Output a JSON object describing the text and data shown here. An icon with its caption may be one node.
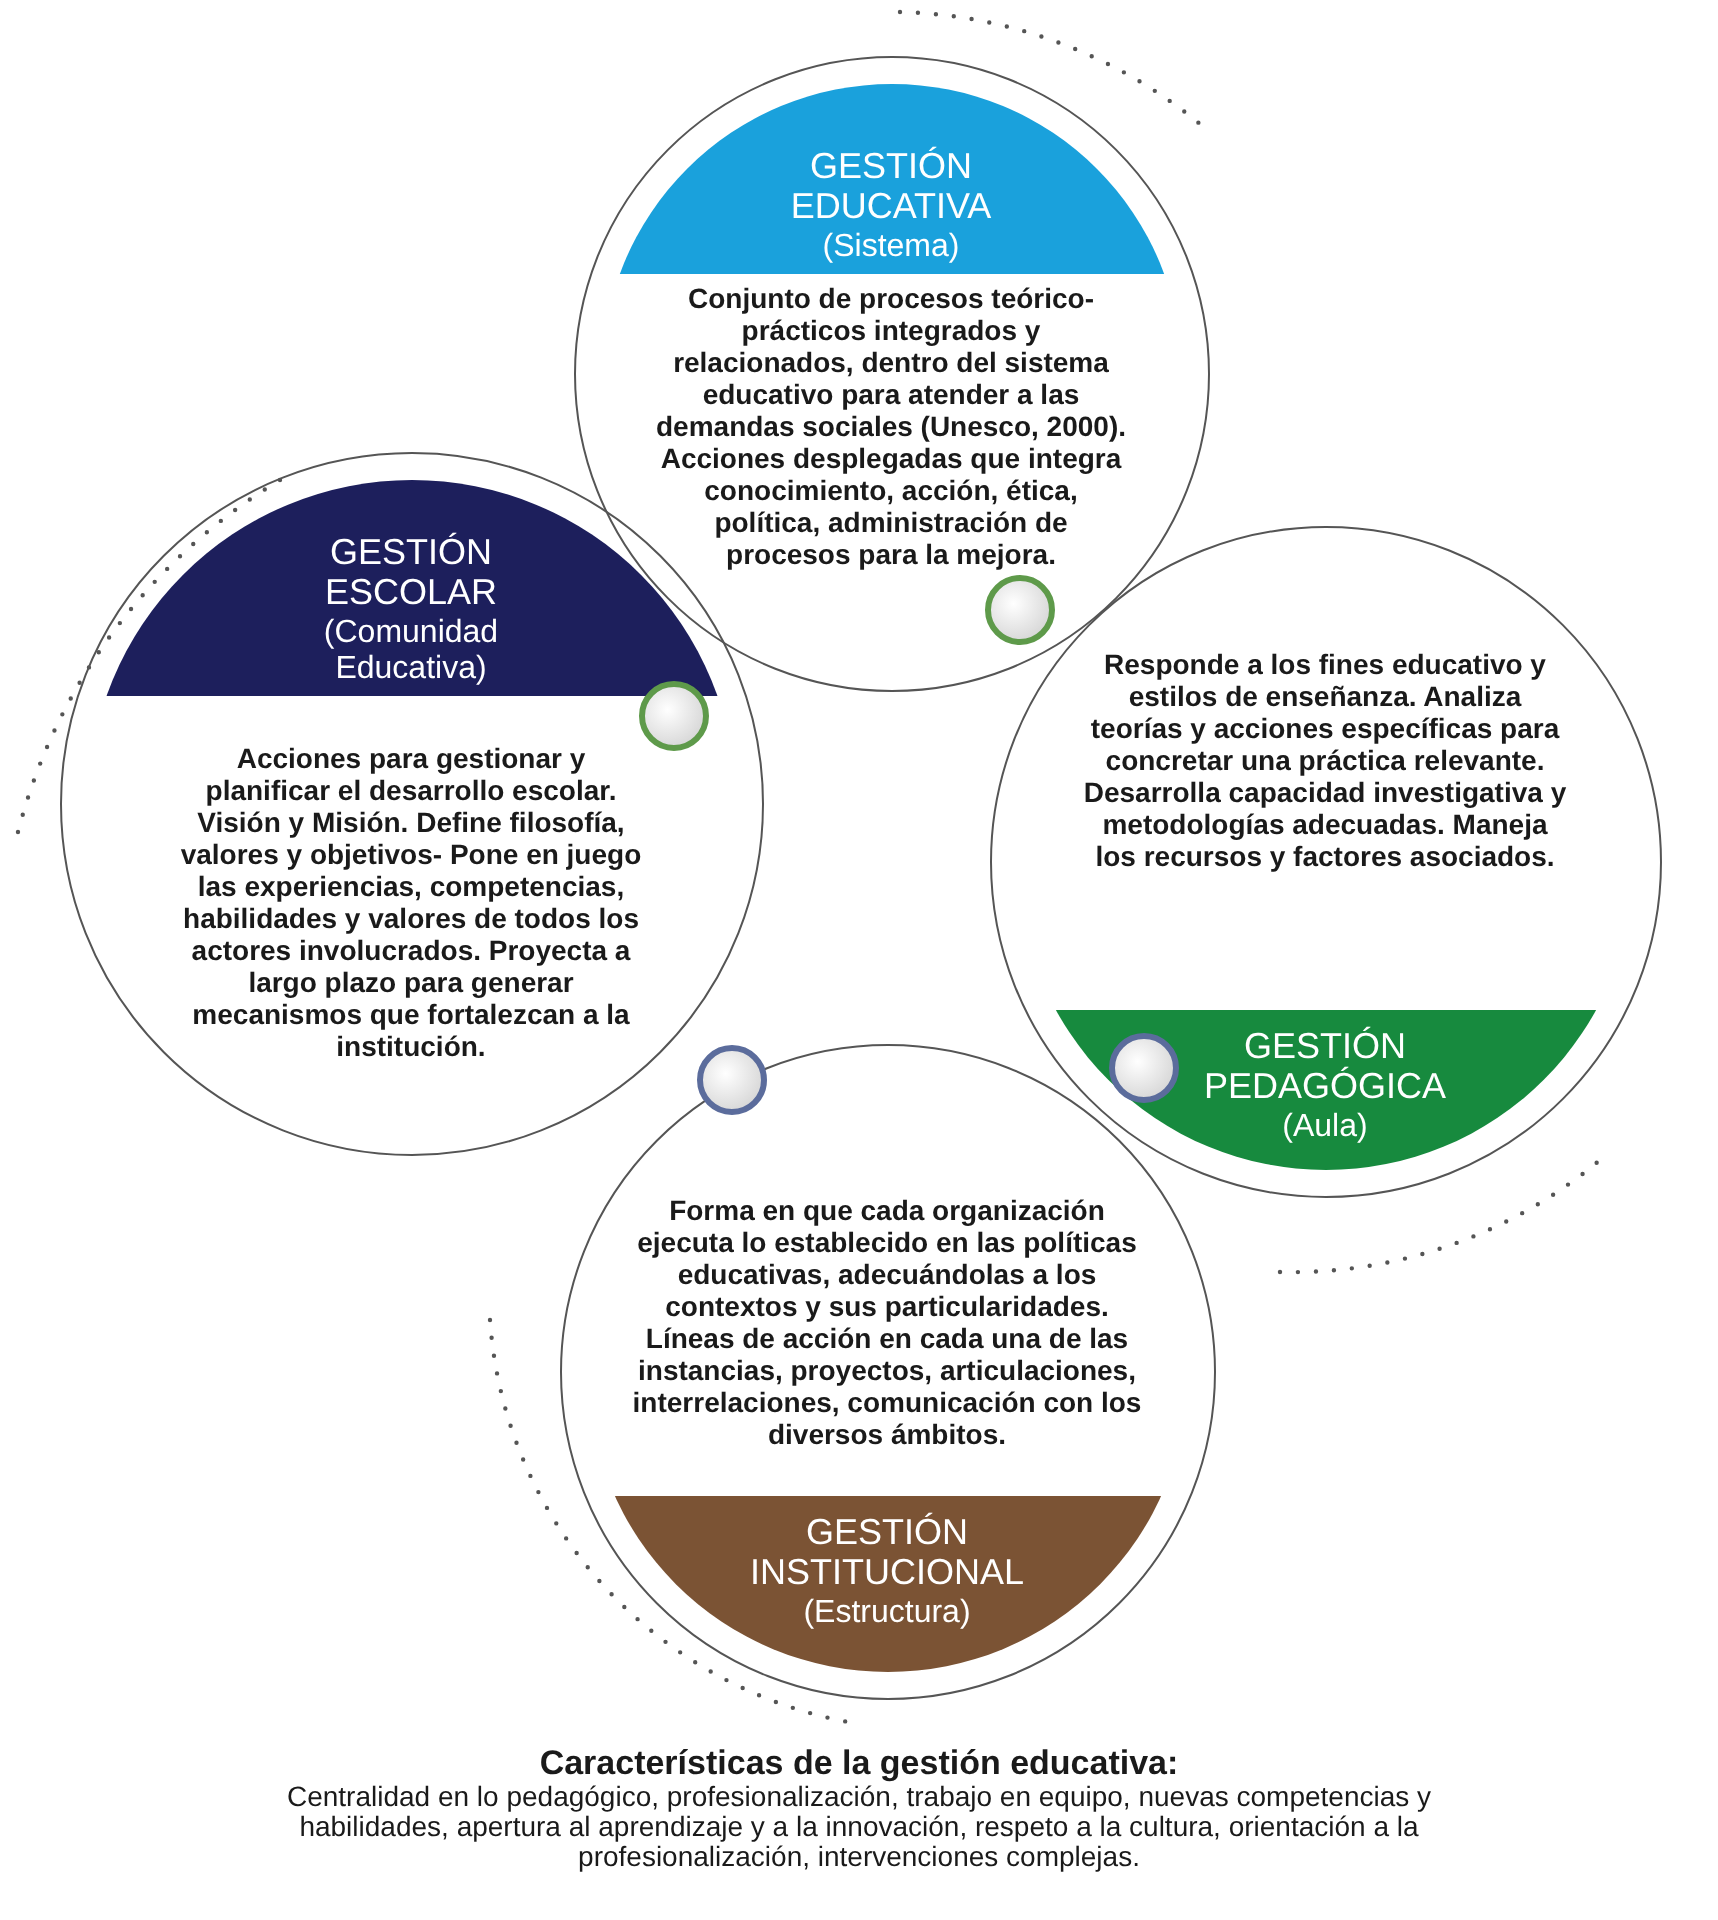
{
  "diagram": {
    "nodes": [
      {
        "text": [
          "GESTIÓN EDUCATIVA",
          "(Sistema)",
          "Conjunto de procesos teórico-prácticos integrados y relacionados, dentro del sistema educativo para atender a las demandas sociales (Unesco, 2000). Acciones desplegadas que integra conocimiento, acción, ética, política, administración de procesos para la mejora."
        ]
      },
      {
        "text": [
          "GESTIÓN ESCOLAR",
          "(Comunidad Educativa)",
          "Acciones para gestionar y planificar el desarrollo escolar. Visión y Misión. Define filosofía, valores y objetivos- Pone en juego las experiencias, competencias, habilidades y valores de todos los actores involucrados. Proyecta a largo plazo para generar mecanismos que fortalezcan a la institución."
        ]
      },
      {
        "text": [
          "Responde a los fines educativo y estilos de enseñanza. Analiza teorías y acciones específicas para concretar una práctica relevante. Desarrolla capacidad investigativa y metodologías adecuadas. Maneja los recursos y factores asociados.",
          "GESTIÓN PEDAGÓGICA",
          "(Aula)"
        ]
      },
      {
        "text": [
          "Forma en que cada organización ejecuta lo establecido en las políticas educativas, adecuándolas a los contextos y sus particularidades. Líneas de acción en cada una de las instancias, proyectos, articulaciones, interrelaciones, comunicación con los diversos ámbitos.",
          "GESTIÓN INSTITUCIONAL",
          "(Estructura)"
        ]
      }
    ],
    "labels": [
      "Características de la gestión educativa:",
      "Centralidad en lo pedagógico, profesionalización, trabajo en equipo, nuevas competencias y habilidades, apertura al aprendizaje y a la innovación, respeto a la cultura, orientación a la profesionalización, intervenciones complejas."
    ]
  }
}
